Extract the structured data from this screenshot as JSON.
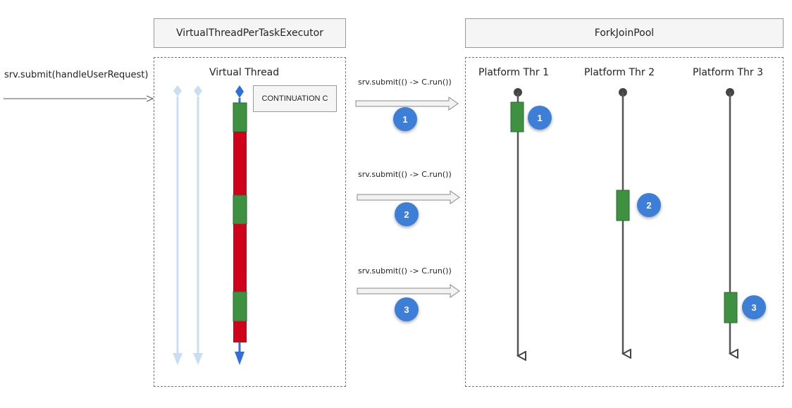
{
  "incoming_call": "srv.submit(handleUserRequest)",
  "executor": {
    "title": "VirtualThreadPerTaskExecutor",
    "thread_label": "Virtual Thread",
    "continuation_label": "CONTINUATION C"
  },
  "pool": {
    "title": "ForkJoinPool",
    "threads": [
      "Platform Thr 1",
      "Platform Thr 2",
      "Platform Thr 3"
    ]
  },
  "submissions": [
    {
      "label": "srv.submit(() -> C.run())",
      "step": "1"
    },
    {
      "label": "srv.submit(() -> C.run())",
      "step": "2"
    },
    {
      "label": "srv.submit(() -> C.run())",
      "step": "3"
    }
  ],
  "colors": {
    "running": "#3f9142",
    "blocked": "#d0021b",
    "idle_thread": "#c9def0",
    "virtual_arrow": "#2e6fe0",
    "badge": "#3d7fd6"
  }
}
